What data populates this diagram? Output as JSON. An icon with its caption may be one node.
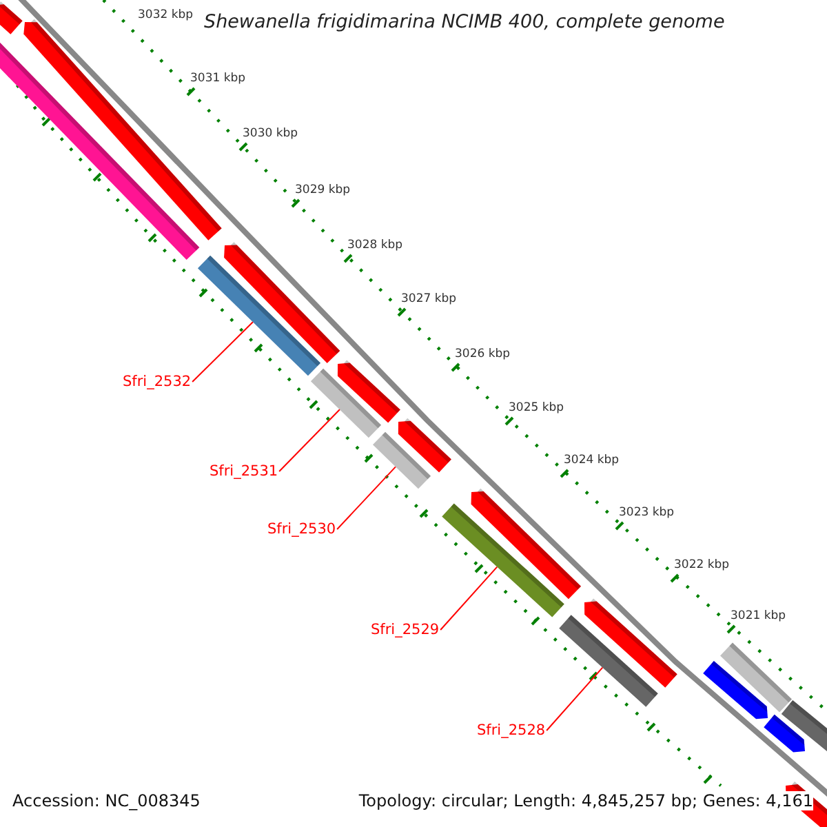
{
  "diagram": {
    "title": "Shewanella frigidimarina NCIMB 400, complete genome",
    "nodes": [
      {
        "text": [
          "Sfri_2532"
        ]
      },
      {
        "text": [
          "Sfri_2531"
        ]
      },
      {
        "text": [
          "Sfri_2530"
        ]
      },
      {
        "text": [
          "Sfri_2529"
        ]
      },
      {
        "text": [
          "Sfri_2528"
        ]
      },
      {
        "text": [],
        "shape": "pentagon"
      },
      {
        "text": [],
        "shape": "pentagon"
      },
      {
        "text": [],
        "shape": "bar"
      },
      {
        "text": [],
        "shape": "pentagon"
      },
      {
        "text": [],
        "shape": "bar"
      },
      {
        "text": [],
        "shape": "pentagon"
      },
      {
        "text": [],
        "shape": "bar"
      },
      {
        "text": [],
        "shape": "pentagon"
      },
      {
        "text": [],
        "shape": "bar"
      },
      {
        "text": [],
        "shape": "pentagon"
      },
      {
        "text": [],
        "shape": "bar"
      },
      {
        "text": [],
        "shape": "pentagon"
      },
      {
        "text": [],
        "shape": "bar"
      },
      {
        "text": [],
        "shape": "bar"
      },
      {
        "text": [],
        "shape": "pentagon"
      },
      {
        "text": [],
        "shape": "bar"
      },
      {
        "text": [],
        "shape": "pentagon"
      },
      {
        "text": [],
        "shape": "pentagon"
      }
    ],
    "edges": [
      {
        "from": 0,
        "to": 9,
        "arrow": "none"
      },
      {
        "from": 1,
        "to": 11,
        "arrow": "none"
      },
      {
        "from": 2,
        "to": 13,
        "arrow": "none"
      },
      {
        "from": 3,
        "to": 15,
        "arrow": "none"
      },
      {
        "from": 4,
        "to": 17,
        "arrow": "none"
      }
    ],
    "labels": [
      "3032 kbp",
      "3031 kbp",
      "3030 kbp",
      "3029 kbp",
      "3028 kbp",
      "3027 kbp",
      "3026 kbp",
      "3025 kbp",
      "3024 kbp",
      "3023 kbp",
      "3022 kbp",
      "3021 kbp",
      "Accession: NC_008345",
      "Topology: circular; Length: 4,845,257 bp; Genes: 4,161"
    ]
  }
}
